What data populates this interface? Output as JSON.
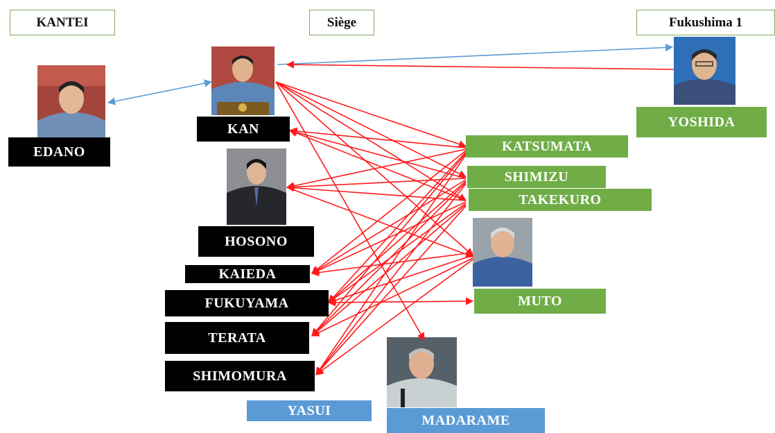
{
  "headers": {
    "kantei": "KANTEI",
    "siege": "Siège",
    "fukushima": "Fukushima 1"
  },
  "people": {
    "edano": "EDANO",
    "kan": "KAN",
    "hosono": "HOSONO",
    "kaieda": "KAIEDA",
    "fukuyama": "FUKUYAMA",
    "terata": "TERATA",
    "shimomura": "SHIMOMURA",
    "yasui": "YASUI",
    "madarame": "MADARAME",
    "yoshida": "YOSHIDA",
    "katsumata": "KATSUMATA",
    "shimizu": "SHIMIZU",
    "takekuro": "TAKEKURO",
    "muto": "MUTO"
  },
  "colors": {
    "government": "#000000",
    "tepco": "#70ad47",
    "nsc": "#5b9bd5",
    "red_link": "#ff1a1a",
    "blue_link": "#5b9bd5"
  },
  "icons": {
    "edano": "person-photo-icon",
    "kan": "person-photo-icon",
    "hosono": "person-photo-icon",
    "yoshida": "person-photo-icon",
    "muto": "person-photo-icon",
    "madarame": "person-photo-icon"
  }
}
